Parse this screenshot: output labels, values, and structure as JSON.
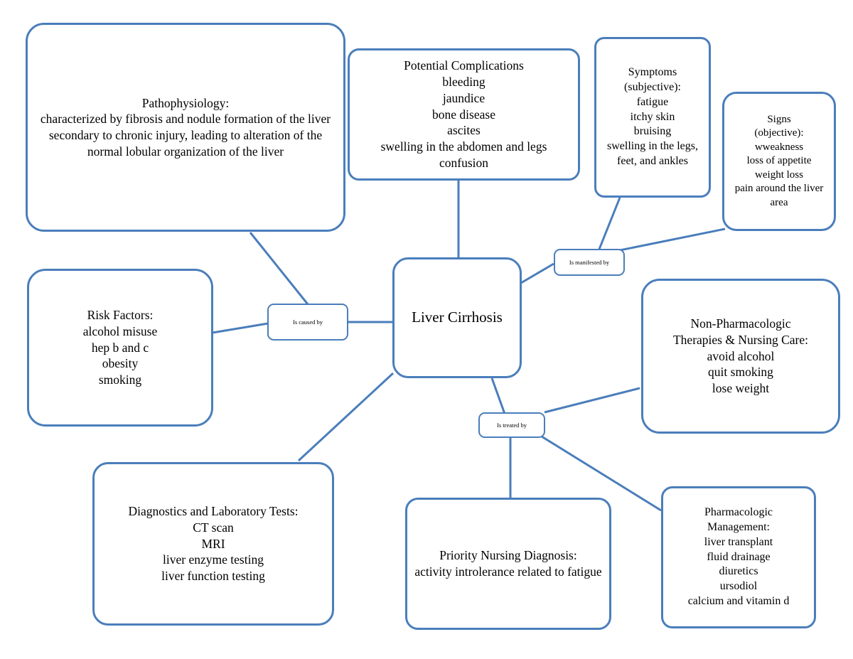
{
  "diagram": {
    "title": "Liver Cirrhosis Concept Map",
    "accent_color": "#4a7ebb",
    "background_color": "#ffffff",
    "text_color": "#000000"
  },
  "center": {
    "label": "Liver Cirrhosis"
  },
  "connectors": {
    "caused_by": "Is caused by",
    "manifested_by": "Is manifested by",
    "treated_by": "Is treated by"
  },
  "nodes": {
    "pathophysiology": {
      "title": "Pathophysiology:",
      "body": "characterized by fibrosis and nodule formation of the liver secondary to chronic injury, leading to alteration of the normal lobular organization of the liver"
    },
    "complications": {
      "title": "Potential Complications",
      "items": [
        "bleeding",
        "jaundice",
        "bone disease",
        "ascites",
        "swelling in the abdomen and legs",
        "confusion"
      ]
    },
    "symptoms": {
      "title_line1": "Symptoms",
      "title_line2": "(subjective):",
      "items": [
        "fatigue",
        "itchy skin",
        "bruising",
        "swelling in the legs, feet, and ankles"
      ]
    },
    "signs": {
      "title_line1": "Signs",
      "title_line2": "(objective):",
      "items": [
        "wweakness",
        "loss of appetite",
        "weight loss",
        "pain around the liver area"
      ]
    },
    "risk_factors": {
      "title": "Risk Factors:",
      "items": [
        "alcohol misuse",
        "hep b and c",
        "obesity",
        "smoking"
      ]
    },
    "non_pharmacologic": {
      "title_line1": "Non-Pharmacologic",
      "title_line2": "Therapies & Nursing Care:",
      "items": [
        "avoid alcohol",
        "quit smoking",
        "lose weight"
      ]
    },
    "diagnostics": {
      "title": "Diagnostics and Laboratory Tests:",
      "items": [
        "CT scan",
        "MRI",
        "liver enzyme testing",
        "liver function testing"
      ]
    },
    "priority_diagnosis": {
      "title": "Priority Nursing Diagnosis:",
      "body": "activity introlerance related to fatigue"
    },
    "pharmacologic": {
      "title_line1": "Pharmacologic",
      "title_line2": "Management:",
      "items": [
        "liver transplant",
        "fluid drainage",
        "diuretics",
        "ursodiol",
        "calcium and vitamin d"
      ]
    }
  }
}
